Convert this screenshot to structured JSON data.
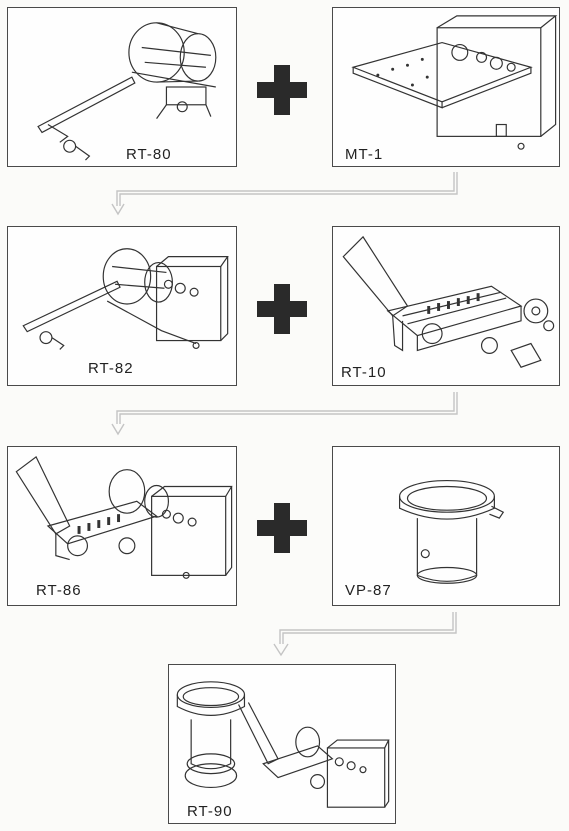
{
  "panels": [
    {
      "label": "RT-80"
    },
    {
      "label": "MT-1"
    },
    {
      "label": "RT-82"
    },
    {
      "label": "RT-10"
    },
    {
      "label": "RT-86"
    },
    {
      "label": "VP-87"
    },
    {
      "label": "RT-90"
    }
  ],
  "connectors": "outline-arrow"
}
